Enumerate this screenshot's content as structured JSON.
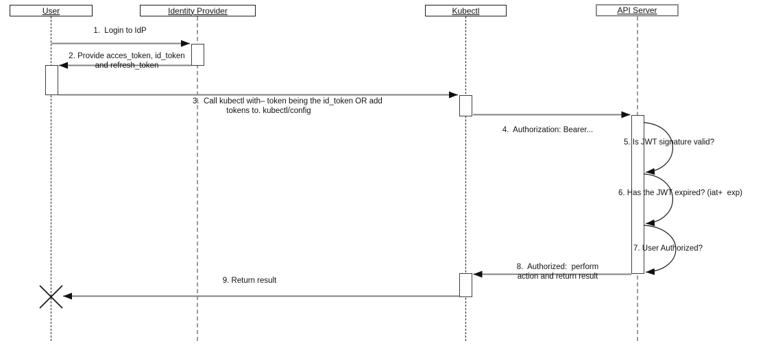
{
  "diagram": {
    "type": "uml-sequence-diagram",
    "actors": [
      {
        "label": "User"
      },
      {
        "label": "Identity Provider"
      },
      {
        "label": "Kubectl"
      },
      {
        "label": "API Server"
      }
    ],
    "messages": [
      {
        "num": "1",
        "from": "User",
        "to": "Identity Provider",
        "text": "1.  Login to IdP"
      },
      {
        "num": "2",
        "from": "Identity Provider",
        "to": "User",
        "line1": "2. Provide acces_token, id_token",
        "line2": "and refresh_token"
      },
      {
        "num": "3",
        "from": "User",
        "to": "Kubectl",
        "line1": "3.  Call kubectl with– token being the id_token OR add",
        "line2": "tokens to. kubectl/config"
      },
      {
        "num": "4",
        "from": "Kubectl",
        "to": "API Server",
        "text": "4.  Authorization: Bearer..."
      },
      {
        "num": "5",
        "from": "API Server",
        "to": "API Server",
        "self_message": true,
        "text": "5. Is JWT signature valid?"
      },
      {
        "num": "6",
        "from": "API Server",
        "to": "API Server",
        "self_message": true,
        "text": "6. Has the JWT expired? (iat+  exp)"
      },
      {
        "num": "7",
        "from": "API Server",
        "to": "API Server",
        "self_message": true,
        "text": "7. User Authorized?"
      },
      {
        "num": "8",
        "from": "API Server",
        "to": "Kubectl",
        "line1": "8.  Authorized:  perform",
        "line2": "action and return result"
      },
      {
        "num": "9",
        "from": "Kubectl",
        "to": "User",
        "text": "9. Return result",
        "end_marker": "destroy-x"
      }
    ],
    "colors": {
      "background": "#ffffff",
      "arrow_line": "#808080",
      "arrow_head": "#111111",
      "arc_line": "#1a1a1a",
      "lifeline_dark": "#1a1a1a",
      "lifeline_gray": "#9a9a9a"
    }
  }
}
